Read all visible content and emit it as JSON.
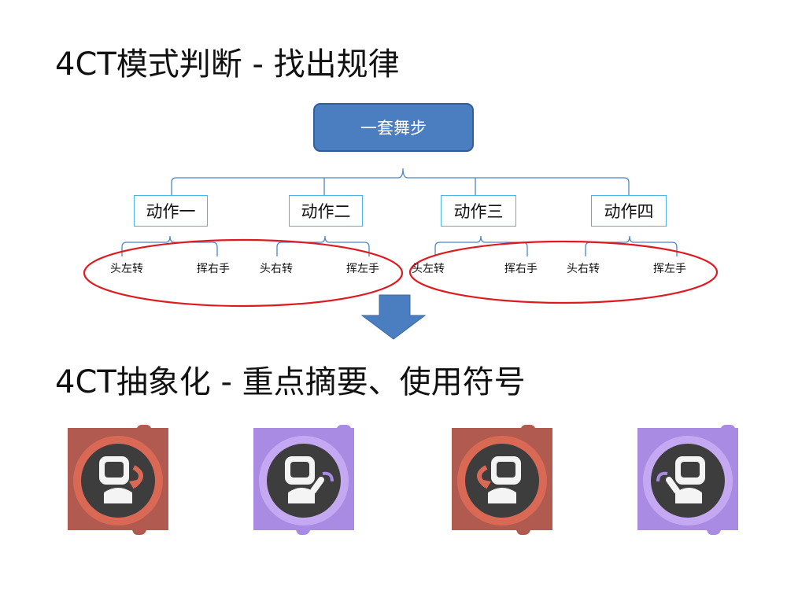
{
  "heading1": "4CT模式判断 - 找出规律",
  "heading2": "4CT抽象化 - 重点摘要、使用符号",
  "tree": {
    "root": "一套舞步",
    "actions": [
      {
        "label": "动作一",
        "leaves": [
          "头左转",
          "挥右手"
        ]
      },
      {
        "label": "动作二",
        "leaves": [
          "头右转",
          "挥左手"
        ]
      },
      {
        "label": "动作三",
        "leaves": [
          "头左转",
          "挥右手"
        ]
      },
      {
        "label": "动作四",
        "leaves": [
          "头右转",
          "挥左手"
        ]
      }
    ]
  },
  "colors": {
    "root_fill": "#4a7ec0",
    "connector": "#4a86c8",
    "action_border": "#4bb3e6",
    "ellipse": "#e0191f",
    "arrow": "#4a7ec0",
    "badge_red": "#b05a50",
    "badge_purple": "#a98be3"
  },
  "badges": [
    {
      "color": "red",
      "icon": "robot-head-turn-left-icon"
    },
    {
      "color": "purple",
      "icon": "robot-wave-right-hand-icon"
    },
    {
      "color": "red",
      "icon": "robot-head-turn-right-icon"
    },
    {
      "color": "purple",
      "icon": "robot-wave-left-hand-icon"
    }
  ]
}
